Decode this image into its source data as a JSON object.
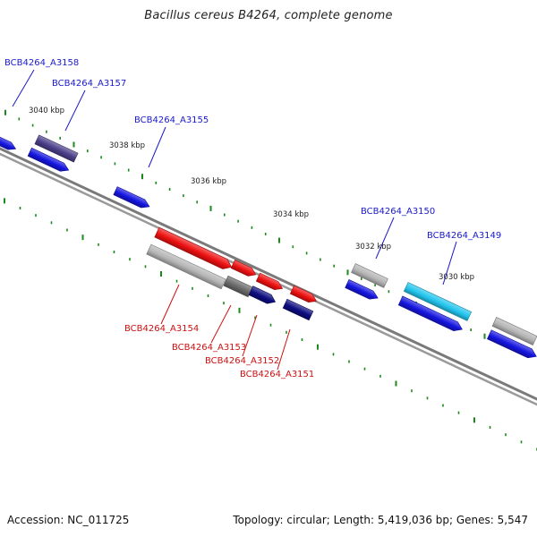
{
  "title": "Bacillus cereus B4264, complete genome",
  "footer": {
    "accession": "Accession: NC_011725",
    "stats": "Topology: circular; Length: 5,419,036 bp; Genes: 5,547"
  },
  "colors": {
    "background": "#ffffff",
    "backbone": "#7a7a7a",
    "tick": "#1a8a1a",
    "gene_label_upper": "#1a1acc",
    "gene_label_lower": "#cc1111",
    "gene_blue": "#1515e0",
    "gene_navy": "#0c0c80",
    "gene_purple": "#4b3f8a",
    "gene_red": "#ee1111",
    "gene_gray": "#b5b5b5",
    "gene_darkgray": "#6a6a6a",
    "gene_cyan": "#22c5ee"
  },
  "scale_labels": [
    "3040 kbp",
    "3038 kbp",
    "3036 kbp",
    "3034 kbp",
    "3032 kbp",
    "3030 kbp"
  ],
  "genes": [
    {
      "id": "BCB4264_A3158",
      "color": "blue",
      "labeled": true
    },
    {
      "id": "BCB4264_A3157",
      "color": "purple",
      "labeled": true
    },
    {
      "id": "BCB4264_A3155",
      "color": "blue",
      "labeled": true
    },
    {
      "id": "BCB4264_A3150",
      "color": "gray",
      "labeled": true
    },
    {
      "id": "BCB4264_A3149",
      "color": "cyan",
      "labeled": true
    },
    {
      "id": "BCB4264_A3154",
      "color": "gray",
      "labeled": true
    },
    {
      "id": "BCB4264_A3153",
      "color": "darkgray",
      "labeled": true
    },
    {
      "id": "BCB4264_A3152",
      "color": "navy",
      "labeled": true
    },
    {
      "id": "BCB4264_A3151",
      "color": "navy",
      "labeled": true
    }
  ]
}
